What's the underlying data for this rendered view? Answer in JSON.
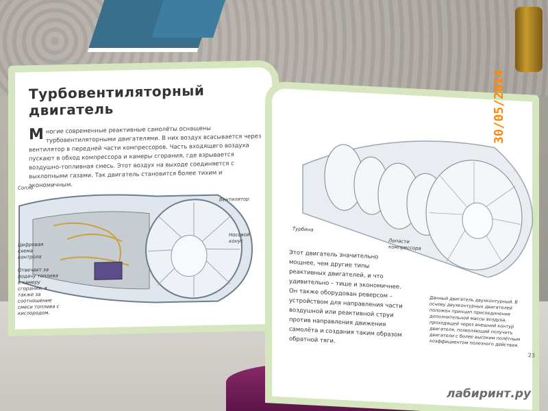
{
  "left_page": {
    "title_line1": "Турбовентиляторный",
    "title_line2": "двигатель",
    "intro_cap": "М",
    "intro_text": "ногие современные реактивные самолёты оснащены турбовентиляторными двигателями. В них воздух всасывается через вентилятор в передней части компрессоров. Часть входящего воздуха пускают в обход компрессора и камеры сгорания, где взрывается воздушно-топливная смесь. Этот воздух на выходе соединяется с выхлопными газами. Так двигатель становится более тихим и экономичным.",
    "labels": {
      "nozzle": "Сопло",
      "fan": "Вентилятор",
      "nose_cone_1": "Носовой",
      "nose_cone_2": "конус",
      "digital_1": "Цифровая",
      "digital_2": "схема",
      "digital_3": "контроля",
      "note": "Отвечает за подачу топлива в камеру сгорания, а также за соотношение смеси топлива с кислородом."
    }
  },
  "right_page": {
    "labels": {
      "turbine": "Турбина",
      "blades_1": "Лопасти",
      "blades_2": "компрессора"
    },
    "text": "Этот двигатель значительно мощнее, чем другие типы реактивных двигателей, и что удивительно – тише и экономичнее. Он также оборудован реверсом – устройством для направления части воздушной или реактивной струи против направления движения самолёта и создания таким образом обратной тяги.",
    "note": "Данный двигатель двухконтурный. В основу двухконтурных двигателей положен принцип присоединения дополнительной массы воздуха, проходящей через внешний контур двигателя, позволяющий получить двигатели с более высоким полётным коэффициентом полезного действия.",
    "page_number": "23"
  },
  "photo": {
    "date_stamp": "30/05/2014",
    "watermark": "лабиринт.ру"
  },
  "colors": {
    "page_border": "#d6e6bf",
    "date": "#ff8a00"
  }
}
